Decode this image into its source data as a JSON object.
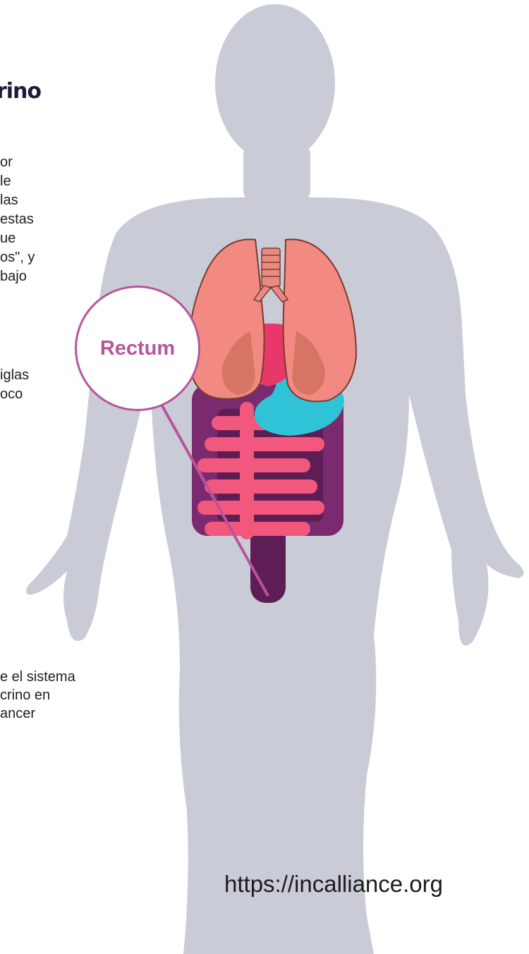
{
  "heading": {
    "visible_text": "rino:"
  },
  "paragraph_1_lines": [
    "or",
    "le",
    "las",
    " estas",
    "ue",
    "os\", y",
    "bajo"
  ],
  "paragraph_2_lines": [
    "iglas",
    "oco"
  ],
  "paragraph_3_lines": [
    "e el sistema",
    "crino en",
    "ancer"
  ],
  "organ_label": "Rectum",
  "url": "https://incalliance.org",
  "colors": {
    "silhouette": "#c9ccd6",
    "lung": "#f28a82",
    "lung_dark": "#d77565",
    "heart": "#e8386a",
    "stomach": "#2fc3d8",
    "large_intestine": "#7a2a6e",
    "small_intestine": "#f2587e",
    "trachea": "#e98a80",
    "label_accent": "#b8559a"
  }
}
